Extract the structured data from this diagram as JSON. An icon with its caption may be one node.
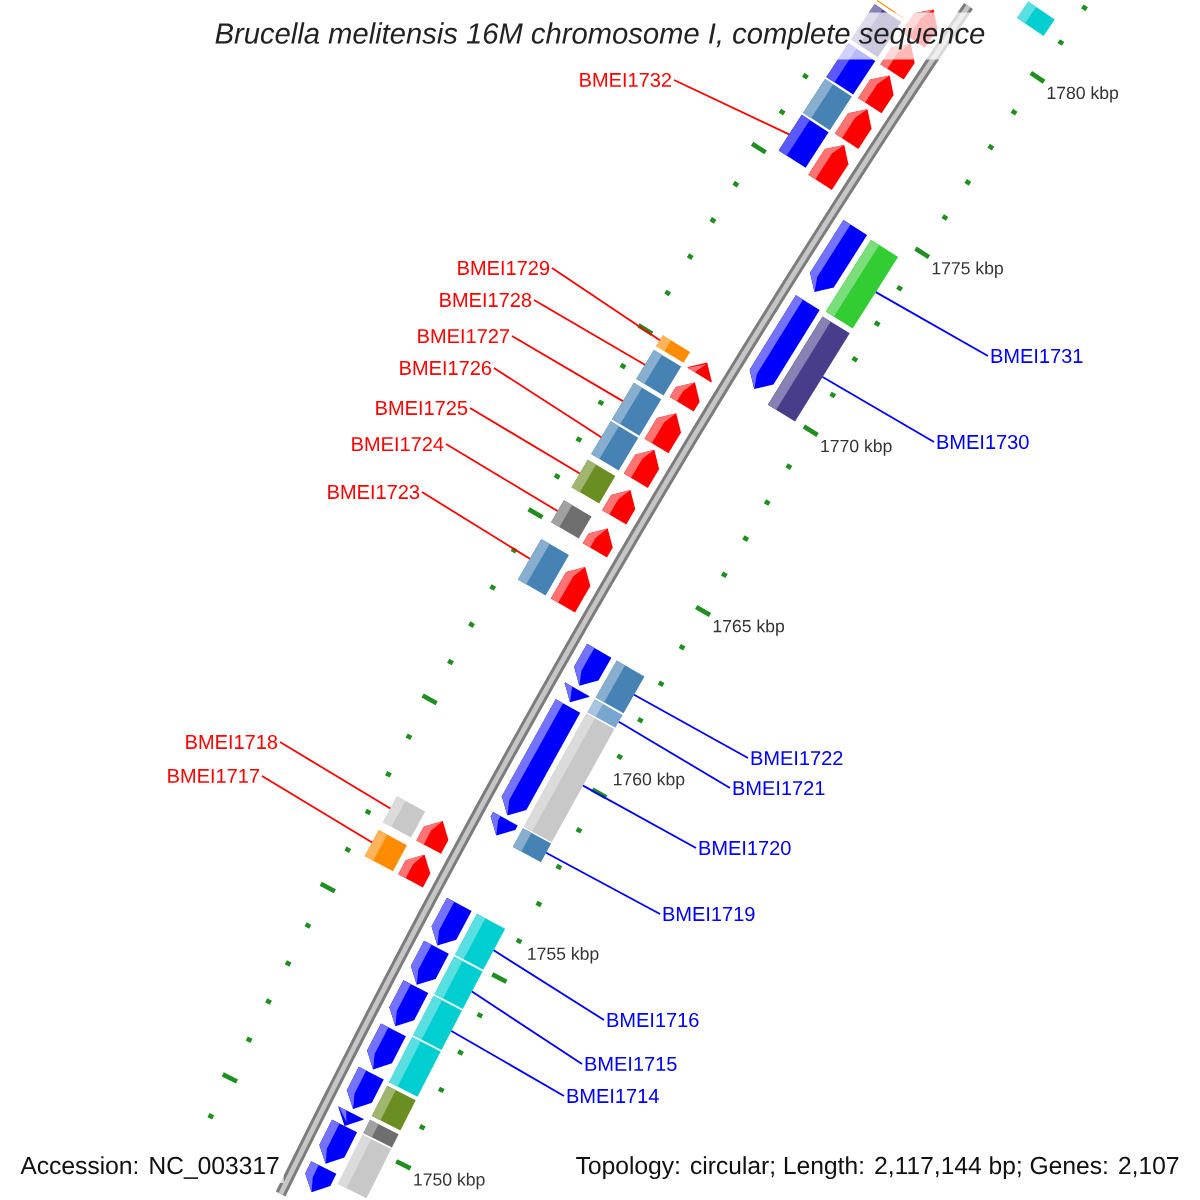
{
  "diagram": {
    "title": "Brucella melitensis 16M chromosome I, complete sequence",
    "nodes": [
      {
        "text": [
          "BMEI1732"
        ]
      },
      {
        "text": [
          "BMEI1729"
        ]
      },
      {
        "text": [
          "BMEI1728"
        ]
      },
      {
        "text": [
          "BMEI1727"
        ]
      },
      {
        "text": [
          "BMEI1731"
        ]
      },
      {
        "text": [
          "BMEI1726"
        ]
      },
      {
        "text": [
          "BMEI1725"
        ]
      },
      {
        "text": [
          "BMEI1730"
        ]
      },
      {
        "text": [
          "BMEI1724"
        ]
      },
      {
        "text": [
          "BMEI1723"
        ]
      },
      {
        "text": [
          "BMEI1718"
        ]
      },
      {
        "text": [
          "BMEI1722"
        ]
      },
      {
        "text": [
          "BMEI1717"
        ]
      },
      {
        "text": [
          "BMEI1721"
        ]
      },
      {
        "text": [
          "BMEI1720"
        ]
      },
      {
        "text": [
          "BMEI1719"
        ]
      },
      {
        "text": [
          "BMEI1716"
        ]
      },
      {
        "text": [
          "BMEI1715"
        ]
      },
      {
        "text": [
          "BMEI1714"
        ]
      },
      {
        "text": [],
        "shape": "bar"
      },
      {
        "text": [],
        "shape": "bar"
      },
      {
        "text": [],
        "shape": "arrow"
      },
      {
        "text": [],
        "shape": "bar"
      },
      {
        "text": [],
        "shape": "arrow"
      },
      {
        "text": [],
        "shape": "bar"
      },
      {
        "text": [],
        "shape": "arrow"
      },
      {
        "text": [],
        "shape": "bar"
      },
      {
        "text": [],
        "shape": "arrow"
      },
      {
        "text": [],
        "shape": "bar"
      },
      {
        "text": [],
        "shape": "arrow"
      },
      {
        "text": [],
        "shape": "arrow"
      },
      {
        "text": [],
        "shape": "bar"
      },
      {
        "text": [],
        "shape": "arrow"
      },
      {
        "text": [],
        "shape": "bar"
      },
      {
        "text": [],
        "shape": "bar"
      },
      {
        "text": [],
        "shape": "arrow"
      },
      {
        "text": [],
        "shape": "bar"
      },
      {
        "text": [],
        "shape": "arrow"
      },
      {
        "text": [],
        "shape": "bar"
      },
      {
        "text": [],
        "shape": "arrow"
      },
      {
        "text": [],
        "shape": "bar"
      },
      {
        "text": [],
        "shape": "arrow"
      },
      {
        "text": [],
        "shape": "bar"
      },
      {
        "text": [],
        "shape": "arrow"
      },
      {
        "text": [],
        "shape": "bar"
      },
      {
        "text": [],
        "shape": "arrow"
      },
      {
        "text": [],
        "shape": "bar"
      },
      {
        "text": [],
        "shape": "arrow"
      },
      {
        "text": [],
        "shape": "arrow"
      },
      {
        "text": [],
        "shape": "bar"
      },
      {
        "text": [],
        "shape": "arrow"
      },
      {
        "text": [],
        "shape": "bar"
      },
      {
        "text": [],
        "shape": "arrow"
      },
      {
        "text": [],
        "shape": "bar"
      },
      {
        "text": [],
        "shape": "bar"
      },
      {
        "text": [],
        "shape": "arrow"
      },
      {
        "text": [],
        "shape": "arrow"
      },
      {
        "text": [],
        "shape": "bar"
      },
      {
        "text": [],
        "shape": "bar"
      },
      {
        "text": [],
        "shape": "arrow"
      },
      {
        "text": [],
        "shape": "arrow"
      },
      {
        "text": [],
        "shape": "bar"
      },
      {
        "text": [],
        "shape": "arrow"
      },
      {
        "text": [],
        "shape": "bar"
      },
      {
        "text": [],
        "shape": "arrow"
      },
      {
        "text": [],
        "shape": "bar"
      },
      {
        "text": [],
        "shape": "arrow"
      },
      {
        "text": [],
        "shape": "bar"
      },
      {
        "text": [],
        "shape": "arrow"
      },
      {
        "text": [],
        "shape": "bar"
      },
      {
        "text": [],
        "shape": "arrow"
      },
      {
        "text": [],
        "shape": "bar"
      },
      {
        "text": [],
        "shape": "arrow"
      },
      {
        "text": [],
        "shape": "bar"
      },
      {
        "text": [],
        "shape": "arrow"
      }
    ],
    "edges": [
      {
        "from": 0,
        "to": 28,
        "arrow": "none"
      },
      {
        "from": 1,
        "to": 33,
        "arrow": "none"
      },
      {
        "from": 2,
        "to": 36,
        "arrow": "none"
      },
      {
        "from": 3,
        "to": 38,
        "arrow": "none"
      },
      {
        "from": 4,
        "to": 31,
        "arrow": "none",
        "color": "#0000ff"
      },
      {
        "from": 5,
        "to": 40,
        "arrow": "none"
      },
      {
        "from": 6,
        "to": 42,
        "arrow": "none"
      },
      {
        "from": 7,
        "to": 34,
        "arrow": "none",
        "color": "#0000ff"
      },
      {
        "from": 8,
        "to": 44,
        "arrow": "none"
      },
      {
        "from": 9,
        "to": 46,
        "arrow": "none"
      },
      {
        "from": 10,
        "to": 54,
        "arrow": "none"
      },
      {
        "from": 11,
        "to": 49,
        "arrow": "none",
        "color": "#0000ff"
      },
      {
        "from": 12,
        "to": 58,
        "arrow": "none"
      },
      {
        "from": 13,
        "to": 51,
        "arrow": "none",
        "color": "#0000ff"
      },
      {
        "from": 14,
        "to": 53,
        "arrow": "none",
        "color": "#0000ff"
      },
      {
        "from": 15,
        "to": 57,
        "arrow": "none",
        "color": "#0000ff"
      },
      {
        "from": 16,
        "to": 61,
        "arrow": "none",
        "color": "#0000ff"
      },
      {
        "from": 17,
        "to": 63,
        "arrow": "none",
        "color": "#0000ff"
      },
      {
        "from": 18,
        "to": 65,
        "arrow": "none",
        "color": "#0000ff"
      }
    ],
    "labels": [
      "1780 kbp",
      "1775 kbp",
      "1770 kbp",
      "1765 kbp",
      "1760 kbp",
      "1755 kbp",
      "1750 kbp",
      "Accession: NC_003317",
      "Topology: circular; Length: 2,117,144 bp; Genes: 2,107"
    ]
  }
}
